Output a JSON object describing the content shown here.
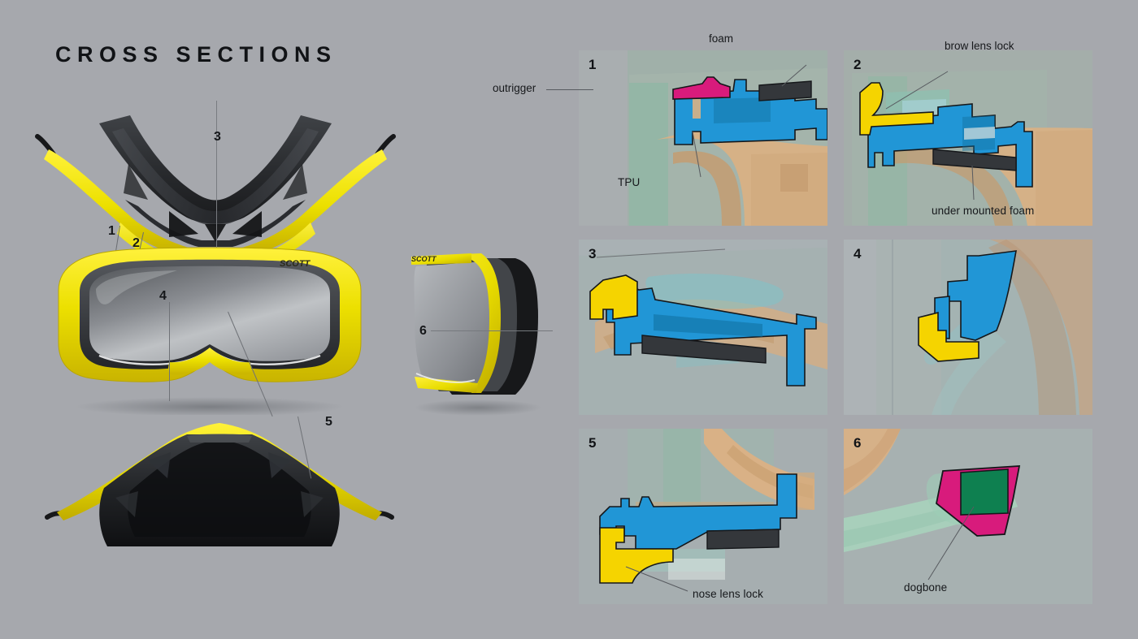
{
  "page": {
    "title": "CROSS SECTIONS",
    "background_color": "#a6a8ad"
  },
  "palette": {
    "background": "#a6a8ad",
    "yellow": "#f5d400",
    "goggle_yellow": "#ece000",
    "blue": "#2196d6",
    "blue_dark": "#11709f",
    "magenta": "#d81b7c",
    "green": "#0e8050",
    "foam_dark": "#34373b",
    "outline": "#15171a",
    "panel_bg": "#a9b2ae",
    "text": "#16181b"
  },
  "illustrations": {
    "brand": "SCOTT",
    "views": [
      {
        "name": "top-view",
        "callouts": [
          "1",
          "2",
          "3"
        ]
      },
      {
        "name": "front-view",
        "callouts": [
          "4",
          "5"
        ]
      },
      {
        "name": "side-view",
        "callouts": [
          "6"
        ]
      },
      {
        "name": "bottom-view",
        "callouts": []
      }
    ],
    "callout_1": "1",
    "callout_2": "2",
    "callout_3": "3",
    "callout_4": "4",
    "callout_5": "5",
    "callout_6": "6"
  },
  "panels": [
    {
      "number": "1",
      "labels": [
        {
          "text": "outrigger",
          "position": "left-outside"
        },
        {
          "text": "foam",
          "position": "top-outside"
        },
        {
          "text": "TPU",
          "position": "bottom-inside"
        }
      ],
      "materials": [
        "outrigger",
        "foam",
        "TPU"
      ]
    },
    {
      "number": "2",
      "labels": [
        {
          "text": "brow lens lock",
          "position": "top-outside"
        },
        {
          "text": "under mounted foam",
          "position": "bottom-inside"
        }
      ],
      "materials": [
        "brow lens lock",
        "under mounted foam"
      ]
    },
    {
      "number": "3",
      "labels": [],
      "materials": []
    },
    {
      "number": "4",
      "labels": [],
      "materials": []
    },
    {
      "number": "5",
      "labels": [
        {
          "text": "nose lens lock",
          "position": "bottom-inside"
        }
      ],
      "materials": [
        "nose lens lock"
      ]
    },
    {
      "number": "6",
      "labels": [
        {
          "text": "dogbone",
          "position": "bottom-inside"
        }
      ],
      "materials": [
        "dogbone"
      ]
    }
  ]
}
